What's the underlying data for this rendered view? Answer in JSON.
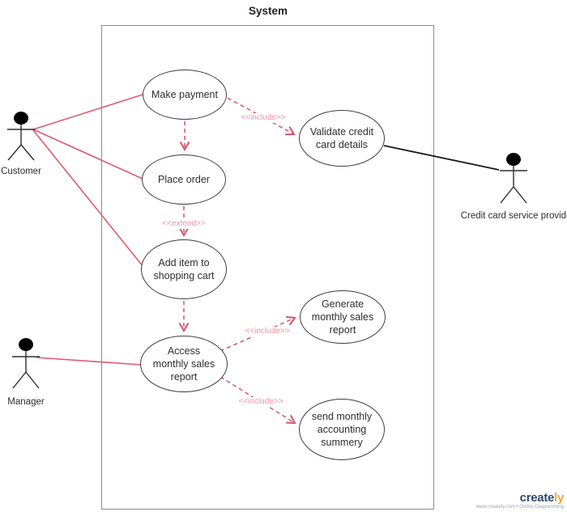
{
  "system": {
    "title": "System"
  },
  "actors": [
    {
      "label": "Customer"
    },
    {
      "label": "Manager"
    },
    {
      "label": "Credit card service provider"
    }
  ],
  "use_cases": [
    {
      "label": "Make payment"
    },
    {
      "label": "Place order"
    },
    {
      "label": "Add item to shopping cart"
    },
    {
      "label": "Validate credit card details"
    },
    {
      "label": "Generate monthly sales report"
    },
    {
      "label": "Access monthly sales report"
    },
    {
      "label": "send monthly accounting summery"
    }
  ],
  "edge_labels": [
    {
      "text": "<<include>>"
    },
    {
      "text": "<<extend>>"
    },
    {
      "text": "<<include>>"
    },
    {
      "text": "<<include>>"
    }
  ],
  "relationships": [
    {
      "type": "association",
      "from": "Customer",
      "to": "Make payment"
    },
    {
      "type": "association",
      "from": "Customer",
      "to": "Place order"
    },
    {
      "type": "association",
      "from": "Customer",
      "to": "Add item to shopping cart"
    },
    {
      "type": "association",
      "from": "Manager",
      "to": "Access monthly sales report"
    },
    {
      "type": "association",
      "from": "Validate credit card details",
      "to": "Credit card service provider"
    },
    {
      "type": "dependency",
      "stereotype": "<<include>>",
      "from": "Make payment",
      "to": "Validate credit card details"
    },
    {
      "type": "dependency",
      "from": "Make payment",
      "to": "Place order"
    },
    {
      "type": "dependency",
      "stereotype": "<<extend>>",
      "from": "Place order",
      "to": "Add item to shopping cart"
    },
    {
      "type": "dependency",
      "from": "Add item to shopping cart",
      "to": "Access monthly sales report"
    },
    {
      "type": "dependency",
      "stereotype": "<<include>>",
      "from": "Access monthly sales report",
      "to": "Generate monthly sales report"
    },
    {
      "type": "dependency",
      "stereotype": "<<include>>",
      "from": "Access monthly sales report",
      "to": "send monthly accounting summery"
    }
  ],
  "colors": {
    "association_line": "#e05a70",
    "dependency_line": "#d6546a",
    "stereotype_label": "#ef93a1",
    "shape_stroke": "#3d3d3d",
    "external_association_line": "#1a1a1a"
  },
  "watermark": {
    "brand_create": "create",
    "brand_ly": "ly",
    "tagline": "www.creately.com • Online Diagramming"
  }
}
